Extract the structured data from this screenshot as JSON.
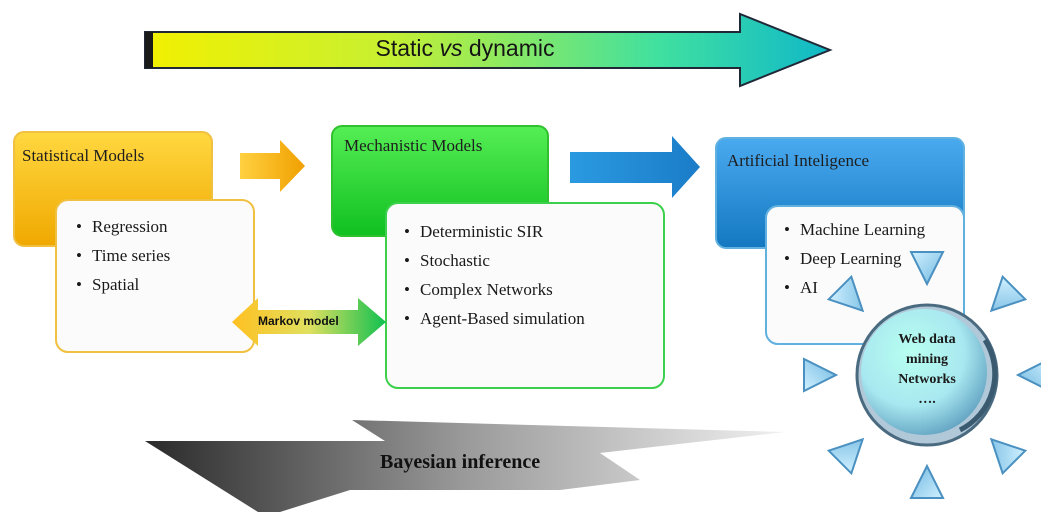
{
  "top_arrow": {
    "label_before": "Static ",
    "label_italic": "vs",
    "label_after": " dynamic"
  },
  "statistical": {
    "title": "Statistical Models",
    "items": [
      "Regression",
      "Time series",
      "Spatial"
    ]
  },
  "mechanistic": {
    "title": "Mechanistic Models",
    "items": [
      "Deterministic SIR",
      "Stochastic",
      "Complex Networks",
      "Agent-Based simulation"
    ]
  },
  "ai": {
    "title": "Artificial Inteligence",
    "items": [
      "Machine Learning",
      "Deep Learning",
      "AI"
    ]
  },
  "markov": {
    "label": "Markov model"
  },
  "web": {
    "line1": "Web data",
    "line2": "mining",
    "line3": "Networks",
    "line4": "…."
  },
  "bayesian": {
    "label": "Bayesian inference"
  },
  "colors": {
    "statistical": "#f5b800",
    "mechanistic": "#22d62a",
    "ai": "#1f8fd8",
    "arrow_gradient_start": "#ffff00",
    "arrow_gradient_end": "#00c8a0"
  }
}
